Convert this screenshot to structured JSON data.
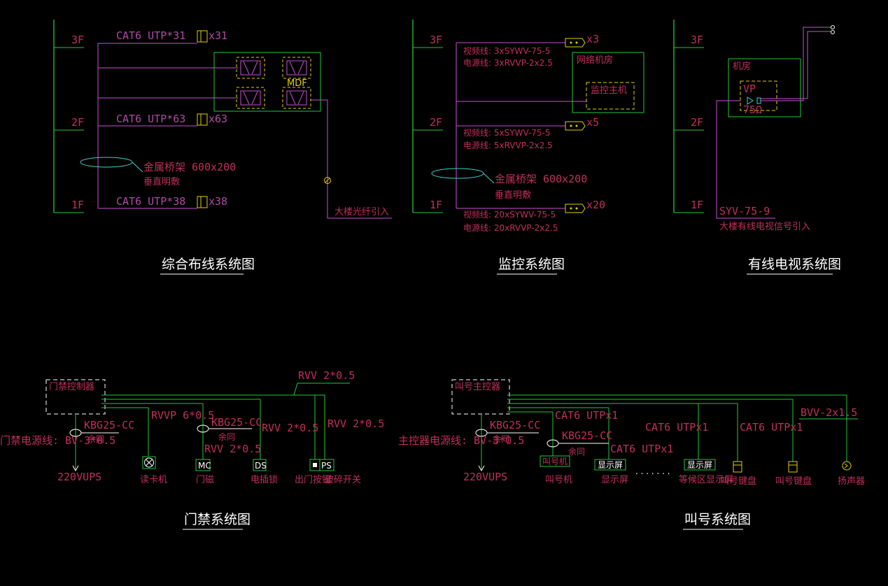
{
  "colors": {
    "background": "#000000",
    "green": "#22c93a",
    "magenta": "#c94fd6",
    "pink": "#c0305a",
    "white": "#ffffff",
    "yellow": "#e0d000",
    "cyan": "#3fd1c8"
  },
  "floors": [
    "3F",
    "2F",
    "1F"
  ],
  "cabling": {
    "title": "综合布线系统图",
    "f3_cable": "CAT6 UTP*31",
    "f3_count": "x31",
    "f2_cable": "CAT6 UTP*63",
    "f2_count": "x63",
    "f1_cable": "CAT6 UTP*38",
    "f1_count": "x38",
    "tray_line1": "金属桥架 600x200",
    "tray_line2": "垂直明敷",
    "mdf": "MDF",
    "fiber": "大楼光纤引入"
  },
  "cctv": {
    "title": "监控系统图",
    "room": "网络机房",
    "host": "监控主机",
    "f3_video": "视频线: 3xSYWV-75-5",
    "f3_power": "电源线: 3xRVVP-2x2.5",
    "f3_count": "x3",
    "f2_video": "视频线: 5xSYWV-75-5",
    "f2_power": "电源线: 5xRVVP-2x2.5",
    "f2_count": "x5",
    "f1_video": "视频线: 20xSYWV-75-5",
    "f1_power": "电源线: 20xRVVP-2x2.5",
    "f1_count": "x20",
    "tray_line1": "金属桥架 600x200",
    "tray_line2": "垂直明敷"
  },
  "catv": {
    "title": "有线电视系统图",
    "room": "机房",
    "vp": "VP",
    "ohm": "75Ω",
    "cable": "SYV-75-9",
    "intro": "大楼有线电视信号引入"
  },
  "access": {
    "title": "门禁系统图",
    "controller": "门禁控制器",
    "rvv_top": "RVV 2*0.5",
    "rvvp": "RVVP 6*0.5",
    "kbg1": "KBG25-CC",
    "kbg2": "KBG25-CC",
    "spare1": "余同",
    "spare2": "余同",
    "power": "门禁电源线: BV-3*0.5",
    "rvv_mc": "RVV 2*0.5",
    "rvv_ds": "RVV 2*0.5",
    "rvv_ps": "RVV 2*0.5",
    "ups": "220VUPS",
    "reader": "读卡机",
    "mc_box": "MC",
    "mc": "门磁",
    "ds_box": "DS",
    "ds": "电插锁",
    "ps_box": "PS",
    "exit": "出门按钮",
    "breaker": "破碎开关"
  },
  "queue": {
    "title": "叫号系统图",
    "controller": "叫号主控器",
    "kbg1": "KBG25-CC",
    "kbg2": "KBG25-CC",
    "spare1": "余同",
    "spare2": "余同",
    "power": "主控器电源线: BV-3*0.5",
    "ups": "220VUPS",
    "cat1": "CAT6 UTPx1",
    "cat2": "CAT6 UTPx1",
    "cat3": "CAT6 UTPx1",
    "cat4": "CAT6 UTPx1",
    "bvv": "BVV-2x1.5",
    "caller_box": "叫号机",
    "caller": "叫号机",
    "display_box": "显示屏",
    "display": "显示屏",
    "wait_box": "显示屏",
    "wait": "等候区显示屏",
    "dots": ". . . . . . .",
    "kbd1": "叫号键盘",
    "kbd2": "叫号键盘",
    "speaker": "扬声器"
  }
}
